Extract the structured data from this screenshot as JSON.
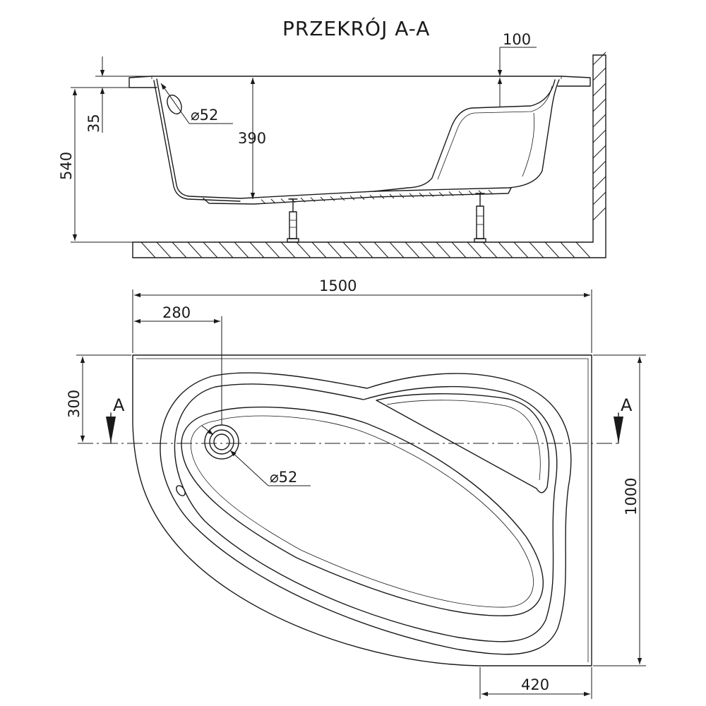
{
  "title": "PRZEKRÓJ A-A",
  "section_view": {
    "dim_rim_depth": "100",
    "dim_rim": "35",
    "dim_total_height": "540",
    "dim_inner_depth": "390",
    "dim_drain_diameter": "⌀52"
  },
  "plan_view": {
    "dim_width": "1500",
    "dim_drain_x": "280",
    "dim_drain_y": "300",
    "dim_depth": "1000",
    "dim_bottom_edge": "420",
    "dim_drain_diameter": "⌀52",
    "section_label_left": "A",
    "section_label_right": "A"
  }
}
